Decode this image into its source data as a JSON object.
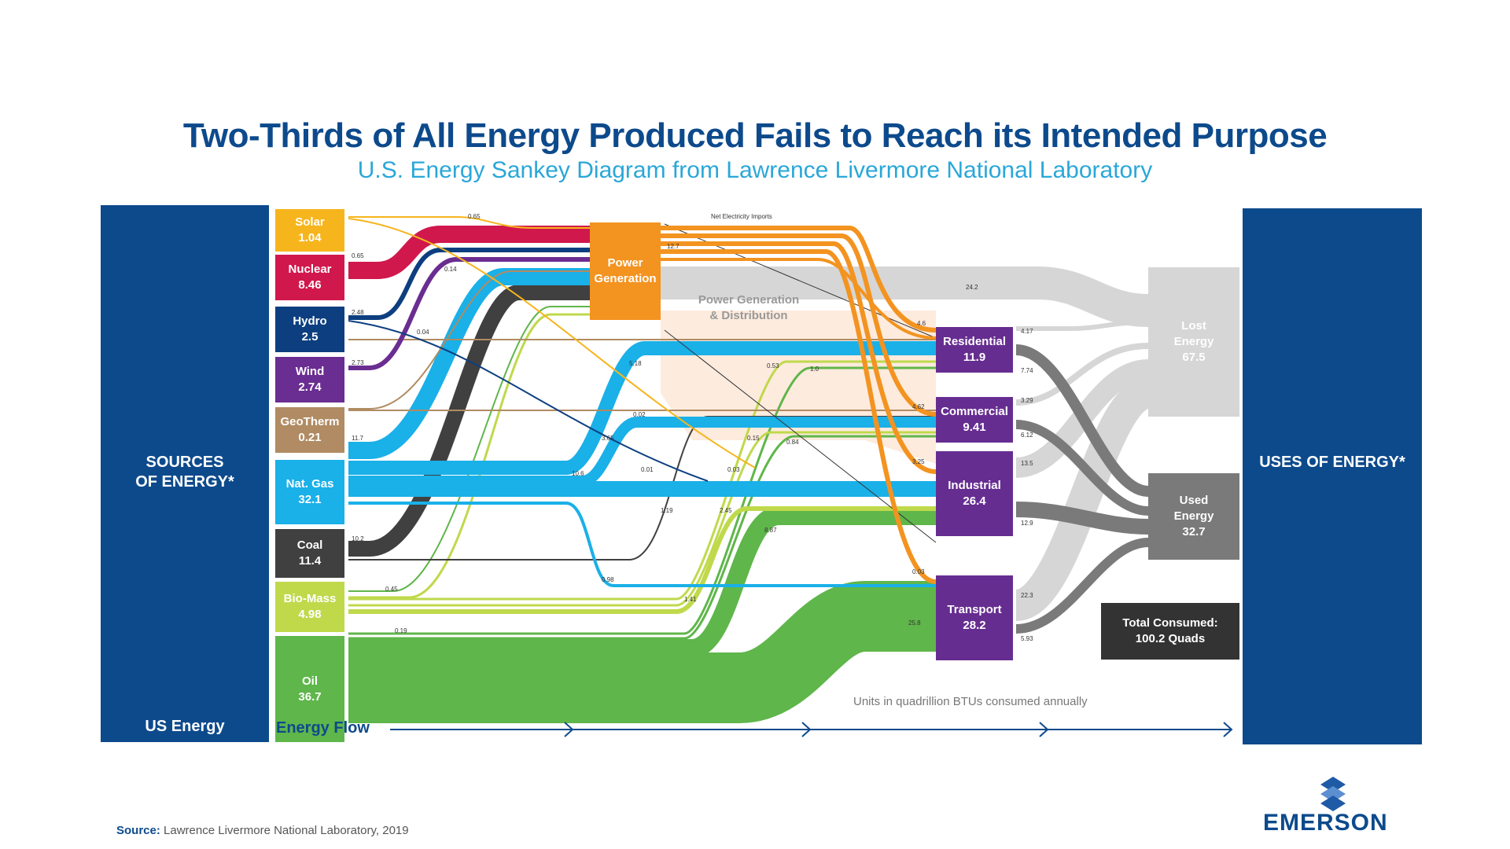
{
  "header": {
    "title": "Two-Thirds of All Energy Produced Fails to Reach its Intended Purpose",
    "subtitle": "U.S. Energy Sankey Diagram from Lawrence Livermore National Laboratory"
  },
  "left_panel": {
    "heading_line1": "SOURCES",
    "heading_line2": "OF ENERGY*",
    "footer": "US Energy"
  },
  "right_panel": {
    "heading": "USES OF ENERGY*"
  },
  "sources": [
    {
      "name": "Solar",
      "value": "1.04",
      "color": "#f7b51d"
    },
    {
      "name": "Nuclear",
      "value": "8.46",
      "color": "#d0184c"
    },
    {
      "name": "Hydro",
      "value": "2.5",
      "color": "#0d3f80"
    },
    {
      "name": "Wind",
      "value": "2.74",
      "color": "#6a2d91"
    },
    {
      "name": "GeoTherm",
      "value": "0.21",
      "color": "#b08b63"
    },
    {
      "name": "Nat. Gas",
      "value": "32.1",
      "color": "#1ab0e8"
    },
    {
      "name": "Coal",
      "value": "11.4",
      "color": "#404040"
    },
    {
      "name": "Bio-Mass",
      "value": "4.98",
      "color": "#bfd94b"
    },
    {
      "name": "Oil",
      "value": "36.7",
      "color": "#5fb64a"
    }
  ],
  "power_generation": {
    "line1": "Power",
    "line2": "Generation",
    "color": "#f39320"
  },
  "distribution_label": {
    "line1": "Power Generation",
    "line2": "& Distribution"
  },
  "net_imports_label": "Net Electricity Imports",
  "sectors": [
    {
      "name": "Residential",
      "value": "11.9"
    },
    {
      "name": "Commercial",
      "value": "9.41"
    },
    {
      "name": "Industrial",
      "value": "26.4"
    },
    {
      "name": "Transport",
      "value": "28.2"
    }
  ],
  "sector_color": "#662d91",
  "outcomes": {
    "lost": {
      "line1": "Lost",
      "line2": "Energy",
      "value": "67.5"
    },
    "used": {
      "line1": "Used",
      "line2": "Energy",
      "value": "32.7"
    },
    "total": {
      "line1": "Total Consumed:",
      "line2": "100.2 Quads"
    }
  },
  "flow_numbers": {
    "solar_pg": "0.65",
    "nuclear_pg": "0.65",
    "hydro_pg": "2.48",
    "wind_pg": "2.73",
    "geo_small": "0.14",
    "geo_pg": "0.04",
    "gas_pg": "11.7",
    "coal_pg": "10.2",
    "bio_a": "0.45",
    "bio_b": "0.19",
    "gas_res": "5.18",
    "geo_res": "0.02",
    "gas_com": "3.65",
    "gas_ind": "10.6",
    "coal_com": "0.01",
    "coal_ind": "0.03",
    "gas_tr": "1.19",
    "gas_tr2": "0.98",
    "bio_res": "0.53",
    "oil_res": "1.0",
    "bio_com": "0.15",
    "oil_com": "0.84",
    "bio_ind": "2.45",
    "oil_ind": "8.87",
    "bio_tr": "1.41",
    "oil_tr": "25.8",
    "pg_top": "12.7",
    "pg_lost": "24.2",
    "pg_res": "4.6",
    "pg_com": "4.62",
    "pg_ind": "3.25",
    "pg_tr": "0.03",
    "res_lost": "4.17",
    "res_used": "7.74",
    "com_lost": "3.29",
    "com_used": "6.12",
    "ind_lost": "13.5",
    "ind_used": "12.9",
    "tr_lost": "22.3",
    "tr_used": "5.93"
  },
  "footer": {
    "energy_flow_label": "Energy Flow",
    "units_note": "Units in quadrillion BTUs consumed annually",
    "source_label": "Source:",
    "source_text": "Lawrence Livermore National Laboratory, 2019",
    "logo": "EMERSON"
  }
}
